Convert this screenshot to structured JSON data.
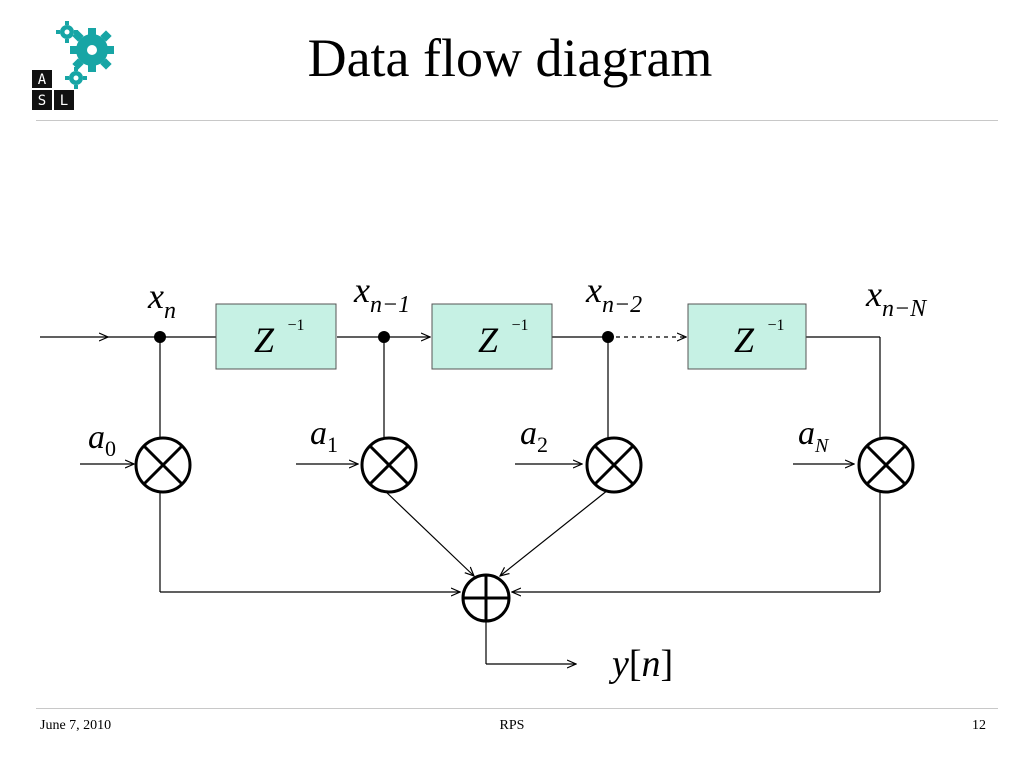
{
  "slide": {
    "title": "Data flow diagram",
    "logo_letters": [
      "A",
      "S",
      "L"
    ]
  },
  "diagram": {
    "nodes": [
      {
        "base": "x",
        "sub": "n"
      },
      {
        "base": "x",
        "sub": "n−1"
      },
      {
        "base": "x",
        "sub": "n−2"
      },
      {
        "base": "x",
        "sub": "n−N"
      }
    ],
    "delay": {
      "base": "Z",
      "sup": "−1"
    },
    "coefficients": [
      {
        "base": "a",
        "sub": "0"
      },
      {
        "base": "a",
        "sub": "1"
      },
      {
        "base": "a",
        "sub": "2"
      },
      {
        "base": "a",
        "sub": "N"
      }
    ],
    "output": {
      "y": "y",
      "open": "[",
      "n": "n",
      "close": "]"
    }
  },
  "footer": {
    "date": "June 7, 2010",
    "center": "RPS",
    "page": "12"
  },
  "colors": {
    "delay_fill": "#c6f1e4",
    "gear": "#17a5a5",
    "rule": "#c8c8c8"
  }
}
